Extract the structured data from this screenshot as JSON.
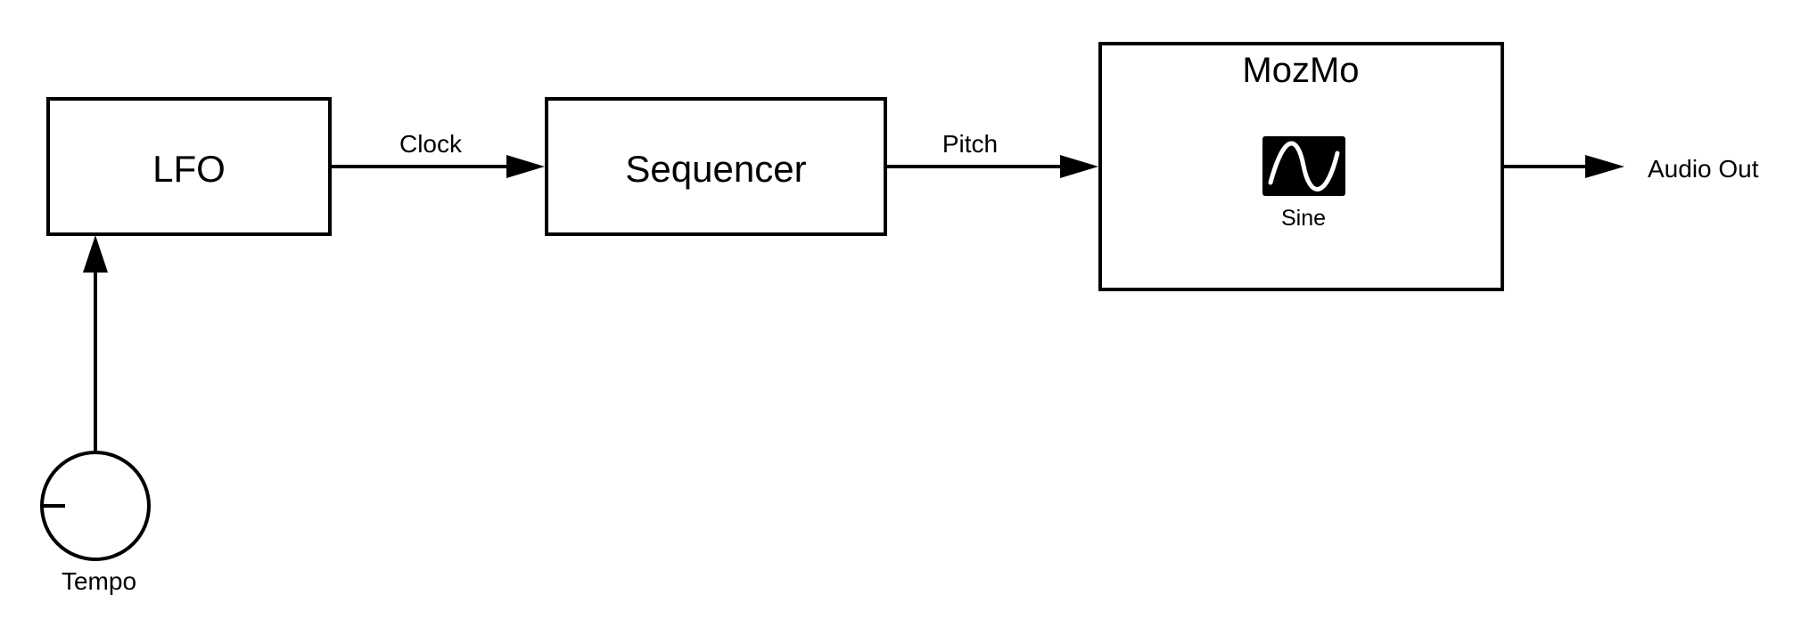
{
  "diagram": {
    "nodes": {
      "lfo": {
        "label": "LFO"
      },
      "sequencer": {
        "label": "Sequencer"
      },
      "mozmo": {
        "title": "MozMo",
        "waveform_label": "Sine",
        "waveform_icon": "sine-wave-icon"
      }
    },
    "edges": {
      "lfo_to_sequencer": {
        "label": "Clock"
      },
      "sequencer_to_mozmo": {
        "label": "Pitch"
      },
      "mozmo_to_output": {
        "label": "Audio Out"
      },
      "tempo_to_lfo": {
        "label": ""
      }
    },
    "controls": {
      "tempo_knob": {
        "label": "Tempo",
        "icon": "knob-icon"
      }
    }
  }
}
